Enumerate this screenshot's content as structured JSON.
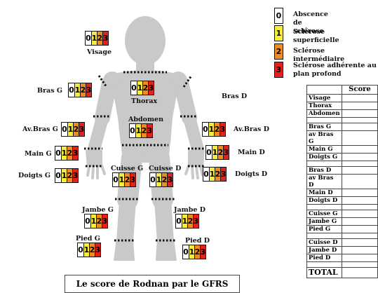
{
  "legend": [
    {
      "digit": "0",
      "color": "#ffffff",
      "text": "Abscence de sclérose"
    },
    {
      "digit": "1",
      "color": "#f7ee3a",
      "text": "Sclérose superficielle"
    },
    {
      "digit": "2",
      "color": "#f08c1f",
      "text": "Sclérose intermédiaire"
    },
    {
      "digit": "3",
      "color": "#e5201e",
      "text": "Sclérose adhérente au plan profond"
    }
  ],
  "scale_digits": [
    "0",
    "1",
    "2",
    "3"
  ],
  "scale_colors": [
    "#ffffff",
    "#f7ee3a",
    "#f08c1f",
    "#e5201e"
  ],
  "body_sites": {
    "visage": "Visage",
    "thorax": "Thorax",
    "abdomen": "Abdomen",
    "bras_g": "Bras G",
    "bras_d": "Bras D",
    "avbras_g": "Av.Bras G",
    "avbras_d": "Av.Bras D",
    "main_g": "Main G",
    "main_d": "Main D",
    "doigts_g": "Doigts G",
    "doigts_d": "Doigts D",
    "cuisse_g": "Cuisse G",
    "cuisse_d": "Cuisse D",
    "jambe_g": "Jambe G",
    "jambe_d": "Jambe D",
    "pied_g": "Pied G",
    "pied_d": "Pied D"
  },
  "table": {
    "header": "Score",
    "rows": [
      "Visage",
      "Thorax",
      "Abdomen",
      "",
      "Bras G",
      "av Bras G",
      "Main G",
      "Doigts G",
      "",
      "Bras D",
      "av Bras D",
      "Main D",
      "Doigts D",
      "",
      "Cuisse G",
      "Jambe G",
      "Pied G",
      "",
      "Cuisse D",
      "Jambe D",
      "Pied D",
      ""
    ],
    "total": "TOTAL"
  },
  "caption": "Le score de Rodnan par le GFRS",
  "colors": {
    "body": "#c9c9c9",
    "dots": "#111111"
  }
}
